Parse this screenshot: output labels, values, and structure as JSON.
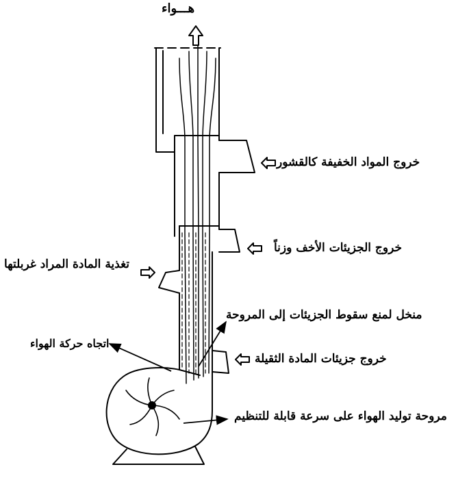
{
  "labels": {
    "air": "هـــواء",
    "light_exit": "خروج المواد الخفيفة كالقشور",
    "lighter_exit": "خروج الجزيئات الأخف وزناً",
    "feed": "تغذية المادة المراد غربلتها",
    "mesh": "منخل لمنع سقوط الجزيئات إلى المروحة",
    "air_direction": "اتجاه حركة الهواء",
    "heavy_exit": "خروج جزيئات المادة الثقيلة",
    "fan": "مروحة توليد الهواء على سرعة قابلة للتنظيم"
  },
  "colors": {
    "ink": "#000000",
    "background": "#ffffff"
  },
  "icons": {
    "outlet_arrow": "hollow-arrow-left-icon",
    "air_out_arrow": "hollow-arrow-up-icon",
    "pointer_arrow": "solid-arrow-icon"
  }
}
